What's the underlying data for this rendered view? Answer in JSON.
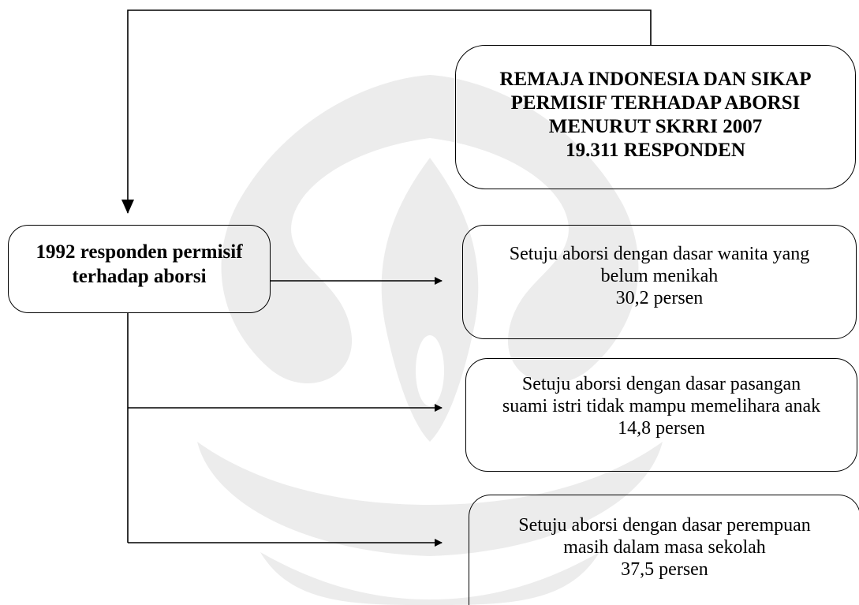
{
  "main_box": {
    "lines": [
      "REMAJA INDONESIA DAN SIKAP",
      "PERMISIF TERHADAP ABORSI",
      "MENURUT SKRRI 2007",
      "19.311 RESPONDEN"
    ]
  },
  "permisif_box": {
    "lines": [
      "1992 responden permisif",
      "terhadap aborsi"
    ]
  },
  "options": [
    {
      "lines": [
        "Setuju aborsi dengan dasar wanita yang",
        "belum menikah",
        "30,2 persen"
      ]
    },
    {
      "lines": [
        "Setuju aborsi dengan dasar pasangan",
        "suami istri tidak mampu memelihara anak",
        "14,8 persen"
      ]
    },
    {
      "lines": [
        "Setuju aborsi dengan dasar perempuan",
        "masih dalam masa sekolah",
        "37,5 persen"
      ]
    }
  ],
  "colors": {
    "line": "#000000",
    "watermark": "#ececec"
  }
}
